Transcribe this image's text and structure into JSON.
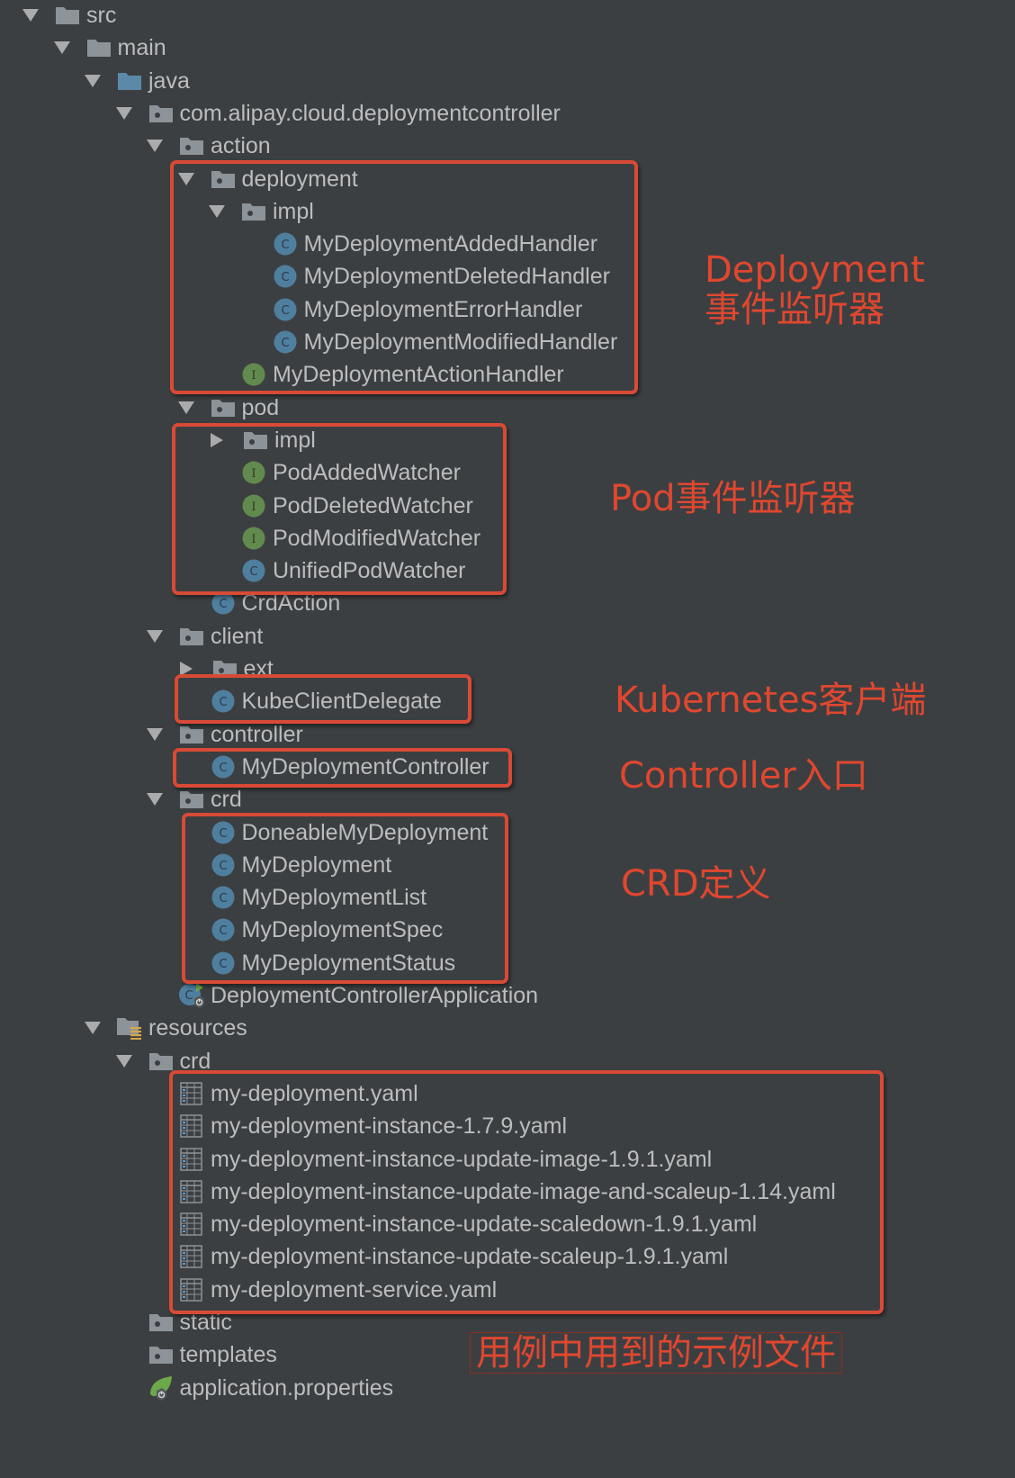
{
  "colors": {
    "background": "#3c3f41",
    "text": "#bbbdbf",
    "annotation": "#e0472f",
    "class_icon": "#4f7f9f",
    "interface_icon": "#628a4e",
    "folder": "#8c9399",
    "source_folder": "#5a8aa8"
  },
  "tree": [
    {
      "label": "src",
      "indent": 0,
      "arrow": "expanded",
      "icon": "folder-icon"
    },
    {
      "label": "main",
      "indent": 1,
      "arrow": "expanded",
      "icon": "folder-icon"
    },
    {
      "label": "java",
      "indent": 2,
      "arrow": "expanded",
      "icon": "source-folder-icon"
    },
    {
      "label": "com.alipay.cloud.deploymentcontroller",
      "indent": 3,
      "arrow": "expanded",
      "icon": "package-icon"
    },
    {
      "label": "action",
      "indent": 4,
      "arrow": "expanded",
      "icon": "package-icon"
    },
    {
      "label": "deployment",
      "indent": 5,
      "arrow": "expanded",
      "icon": "package-icon"
    },
    {
      "label": "impl",
      "indent": 6,
      "arrow": "expanded",
      "icon": "package-icon"
    },
    {
      "label": "MyDeploymentAddedHandler",
      "indent": 7,
      "arrow": "none",
      "icon": "class-icon"
    },
    {
      "label": "MyDeploymentDeletedHandler",
      "indent": 7,
      "arrow": "none",
      "icon": "class-icon"
    },
    {
      "label": "MyDeploymentErrorHandler",
      "indent": 7,
      "arrow": "none",
      "icon": "class-icon"
    },
    {
      "label": "MyDeploymentModifiedHandler",
      "indent": 7,
      "arrow": "none",
      "icon": "class-icon"
    },
    {
      "label": "MyDeploymentActionHandler",
      "indent": 6,
      "arrow": "none",
      "icon": "interface-icon"
    },
    {
      "label": "pod",
      "indent": 5,
      "arrow": "expanded",
      "icon": "package-icon"
    },
    {
      "label": "impl",
      "indent": 6,
      "arrow": "collapsed",
      "icon": "package-icon"
    },
    {
      "label": "PodAddedWatcher",
      "indent": 6,
      "arrow": "none",
      "icon": "interface-icon",
      "leaf_offset": true
    },
    {
      "label": "PodDeletedWatcher",
      "indent": 6,
      "arrow": "none",
      "icon": "interface-icon",
      "leaf_offset": true
    },
    {
      "label": "PodModifiedWatcher",
      "indent": 6,
      "arrow": "none",
      "icon": "interface-icon",
      "leaf_offset": true
    },
    {
      "label": "UnifiedPodWatcher",
      "indent": 6,
      "arrow": "none",
      "icon": "class-icon",
      "leaf_offset": true
    },
    {
      "label": "CrdAction",
      "indent": 5,
      "arrow": "none",
      "icon": "class-icon",
      "leaf_offset": true
    },
    {
      "label": "client",
      "indent": 4,
      "arrow": "expanded",
      "icon": "package-icon"
    },
    {
      "label": "ext",
      "indent": 5,
      "arrow": "collapsed",
      "icon": "package-icon"
    },
    {
      "label": "KubeClientDelegate",
      "indent": 5,
      "arrow": "none",
      "icon": "class-icon",
      "leaf_offset": true
    },
    {
      "label": "controller",
      "indent": 4,
      "arrow": "expanded",
      "icon": "package-icon"
    },
    {
      "label": "MyDeploymentController",
      "indent": 5,
      "arrow": "none",
      "icon": "class-icon",
      "leaf_offset": true
    },
    {
      "label": "crd",
      "indent": 4,
      "arrow": "expanded",
      "icon": "package-icon"
    },
    {
      "label": "DoneableMyDeployment",
      "indent": 5,
      "arrow": "none",
      "icon": "class-icon",
      "leaf_offset": true
    },
    {
      "label": "MyDeployment",
      "indent": 5,
      "arrow": "none",
      "icon": "class-icon",
      "leaf_offset": true
    },
    {
      "label": "MyDeploymentList",
      "indent": 5,
      "arrow": "none",
      "icon": "class-icon",
      "leaf_offset": true
    },
    {
      "label": "MyDeploymentSpec",
      "indent": 5,
      "arrow": "none",
      "icon": "class-icon",
      "leaf_offset": true
    },
    {
      "label": "MyDeploymentStatus",
      "indent": 5,
      "arrow": "none",
      "icon": "class-icon",
      "leaf_offset": true
    },
    {
      "label": "DeploymentControllerApplication",
      "indent": 4,
      "arrow": "none",
      "icon": "spring-boot-class-icon",
      "leaf_offset": true
    },
    {
      "label": "resources",
      "indent": 2,
      "arrow": "expanded",
      "icon": "resources-folder-icon"
    },
    {
      "label": "crd",
      "indent": 3,
      "arrow": "expanded",
      "icon": "package-icon"
    },
    {
      "label": "my-deployment.yaml",
      "indent": 4,
      "arrow": "none",
      "icon": "yaml-file-icon",
      "leaf_offset": true
    },
    {
      "label": "my-deployment-instance-1.7.9.yaml",
      "indent": 4,
      "arrow": "none",
      "icon": "yaml-file-icon",
      "leaf_offset": true
    },
    {
      "label": "my-deployment-instance-update-image-1.9.1.yaml",
      "indent": 4,
      "arrow": "none",
      "icon": "yaml-file-icon",
      "leaf_offset": true
    },
    {
      "label": "my-deployment-instance-update-image-and-scaleup-1.14.yaml",
      "indent": 4,
      "arrow": "none",
      "icon": "yaml-file-icon",
      "leaf_offset": true
    },
    {
      "label": "my-deployment-instance-update-scaledown-1.9.1.yaml",
      "indent": 4,
      "arrow": "none",
      "icon": "yaml-file-icon",
      "leaf_offset": true
    },
    {
      "label": "my-deployment-instance-update-scaleup-1.9.1.yaml",
      "indent": 4,
      "arrow": "none",
      "icon": "yaml-file-icon",
      "leaf_offset": true
    },
    {
      "label": "my-deployment-service.yaml",
      "indent": 4,
      "arrow": "none",
      "icon": "yaml-file-icon",
      "leaf_offset": true
    },
    {
      "label": "static",
      "indent": 3,
      "arrow": "none",
      "icon": "package-icon",
      "leaf_offset": true
    },
    {
      "label": "templates",
      "indent": 3,
      "arrow": "none",
      "icon": "package-icon",
      "leaf_offset": true
    },
    {
      "label": "application.properties",
      "indent": 3,
      "arrow": "none",
      "icon": "spring-properties-icon",
      "leaf_offset": true
    }
  ],
  "annotations": {
    "deployment_listener_line1": "Deployment",
    "deployment_listener_line2": "事件监听器",
    "pod_listener": "Pod事件监听器",
    "kubernetes_client": "Kubernetes客户端",
    "controller_entry": "Controller入口",
    "crd_definition": "CRD定义",
    "example_files": "用例中用到的示例文件"
  }
}
